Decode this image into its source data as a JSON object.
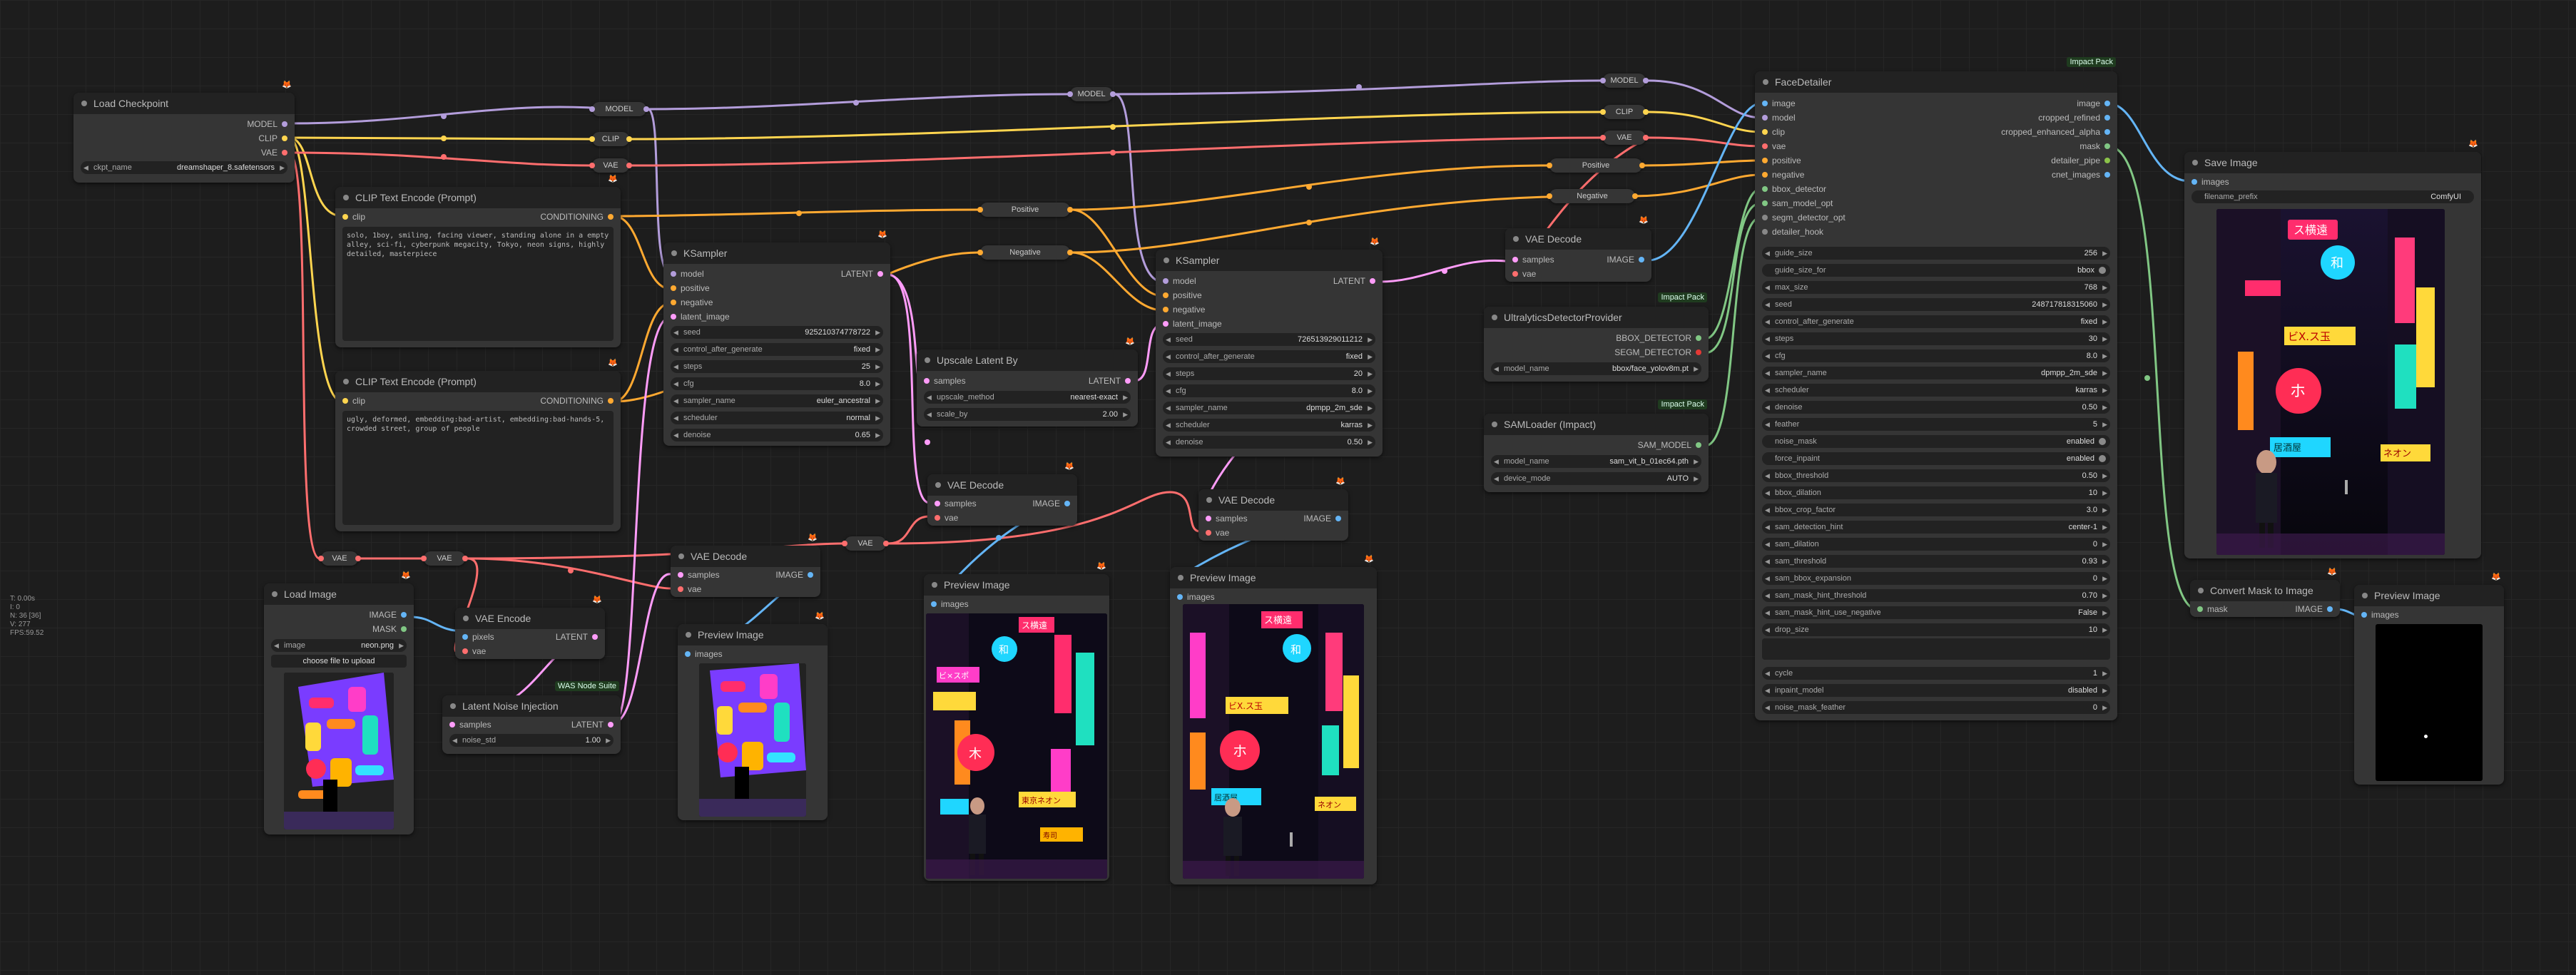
{
  "stats": {
    "time": "T: 0.00s",
    "line2": "I: 0",
    "nodes": "N: 36 [36]",
    "version": "V: 277",
    "fps": "FPS:59.52"
  },
  "colors": {
    "model": "#b39ddb",
    "clip": "#ffd54f",
    "vae": "#ff6e6e",
    "conditioning": "#ffa931",
    "latent": "#ff9cf9",
    "image": "#64b5f6",
    "mask": "#81c784"
  },
  "reroutes": {
    "model1": "MODEL",
    "model2": "MODEL",
    "model3": "MODEL",
    "clip1": "CLIP",
    "clip2": "CLIP",
    "vae1": "VAE",
    "vae2": "VAE",
    "vae3": "VAE",
    "vae4": "VAE",
    "vae5": "VAE",
    "positive1": "Positive",
    "negative1": "Negative",
    "positive2": "Positive",
    "negative2": "Negative"
  },
  "load_checkpoint": {
    "title": "Load Checkpoint",
    "outputs": [
      "MODEL",
      "CLIP",
      "VAE"
    ],
    "ckpt_label": "ckpt_name",
    "ckpt_value": "dreamshaper_8.safetensors"
  },
  "clip_pos": {
    "title": "CLIP Text Encode (Prompt)",
    "input": "clip",
    "output": "CONDITIONING",
    "text": "solo, 1boy, smiling, facing viewer, standing alone in a empty alley, sci-fi, cyberpunk megacity, Tokyo, neon signs, highly detailed, masterpiece"
  },
  "clip_neg": {
    "title": "CLIP Text Encode (Prompt)",
    "input": "clip",
    "output": "CONDITIONING",
    "text": "ugly, deformed, embedding:bad-artist, embedding:bad-hands-5, crowded street, group of people"
  },
  "ksampler1": {
    "title": "KSampler",
    "inputs": [
      "model",
      "positive",
      "negative",
      "latent_image"
    ],
    "output": "LATENT",
    "widgets": [
      [
        "seed",
        "925210374778722"
      ],
      [
        "control_after_generate",
        "fixed"
      ],
      [
        "steps",
        "25"
      ],
      [
        "cfg",
        "8.0"
      ],
      [
        "sampler_name",
        "euler_ancestral"
      ],
      [
        "scheduler",
        "normal"
      ],
      [
        "denoise",
        "0.65"
      ]
    ]
  },
  "ksampler2": {
    "title": "KSampler",
    "inputs": [
      "model",
      "positive",
      "negative",
      "latent_image"
    ],
    "output": "LATENT",
    "widgets": [
      [
        "seed",
        "726513929011212"
      ],
      [
        "control_after_generate",
        "fixed"
      ],
      [
        "steps",
        "20"
      ],
      [
        "cfg",
        "8.0"
      ],
      [
        "sampler_name",
        "dpmpp_2m_sde"
      ],
      [
        "scheduler",
        "karras"
      ],
      [
        "denoise",
        "0.50"
      ]
    ]
  },
  "upscale_latent": {
    "title": "Upscale Latent By",
    "input": "samples",
    "output": "LATENT",
    "widgets": [
      [
        "upscale_method",
        "nearest-exact"
      ],
      [
        "scale_by",
        "2.00"
      ]
    ]
  },
  "vae_decode_top": {
    "title": "VAE Decode",
    "inputs": [
      "samples",
      "vae"
    ],
    "output": "IMAGE"
  },
  "vae_decode_a": {
    "title": "VAE Decode",
    "inputs": [
      "samples",
      "vae"
    ],
    "output": "IMAGE"
  },
  "vae_decode_b": {
    "title": "VAE Decode",
    "inputs": [
      "samples",
      "vae"
    ],
    "output": "IMAGE"
  },
  "vae_decode_c": {
    "title": "VAE Decode",
    "inputs": [
      "samples",
      "vae"
    ],
    "output": "IMAGE"
  },
  "load_image": {
    "title": "Load Image",
    "outputs": [
      "IMAGE",
      "MASK"
    ],
    "image_label": "image",
    "image_value": "neon.png",
    "upload": "choose file to upload"
  },
  "vae_encode": {
    "title": "VAE Encode",
    "inputs": [
      "pixels",
      "vae"
    ],
    "output": "LATENT"
  },
  "latent_noise": {
    "title": "Latent Noise Injection",
    "pack": "WAS Node Suite",
    "input": "samples",
    "output": "LATENT",
    "widgets": [
      [
        "noise_std",
        "1.00"
      ]
    ]
  },
  "preview_small": {
    "title": "Preview Image",
    "input": "images"
  },
  "preview1": {
    "title": "Preview Image",
    "input": "images"
  },
  "preview2": {
    "title": "Preview Image",
    "input": "images"
  },
  "preview_mask": {
    "title": "Preview Image",
    "input": "images"
  },
  "ultralytics": {
    "title": "UltralyticsDetectorProvider",
    "pack": "Impact Pack",
    "outputs": [
      "BBOX_DETECTOR",
      "SEGM_DETECTOR"
    ],
    "widgets": [
      [
        "model_name",
        "bbox/face_yolov8m.pt"
      ]
    ]
  },
  "samloader": {
    "title": "SAMLoader (Impact)",
    "pack": "Impact Pack",
    "output": "SAM_MODEL",
    "widgets": [
      [
        "model_name",
        "sam_vit_b_01ec64.pth"
      ],
      [
        "device_mode",
        "AUTO"
      ]
    ]
  },
  "face_detailer": {
    "title": "FaceDetailer",
    "pack": "Impact Pack",
    "inputs": [
      "image",
      "model",
      "clip",
      "vae",
      "positive",
      "negative",
      "bbox_detector",
      "sam_model_opt",
      "segm_detector_opt",
      "detailer_hook"
    ],
    "outputs": [
      "image",
      "cropped_refined",
      "cropped_enhanced_alpha",
      "mask",
      "detailer_pipe",
      "cnet_images"
    ],
    "widgets": [
      [
        "guide_size",
        "256"
      ],
      [
        "guide_size_for",
        "bbox"
      ],
      [
        "max_size",
        "768"
      ],
      [
        "seed",
        "248717818315060"
      ],
      [
        "control_after_generate",
        "fixed"
      ],
      [
        "steps",
        "30"
      ],
      [
        "cfg",
        "8.0"
      ],
      [
        "sampler_name",
        "dpmpp_2m_sde"
      ],
      [
        "scheduler",
        "karras"
      ],
      [
        "denoise",
        "0.50"
      ],
      [
        "feather",
        "5"
      ],
      [
        "noise_mask",
        "enabled"
      ],
      [
        "force_inpaint",
        "enabled"
      ],
      [
        "bbox_threshold",
        "0.50"
      ],
      [
        "bbox_dilation",
        "10"
      ],
      [
        "bbox_crop_factor",
        "3.0"
      ],
      [
        "sam_detection_hint",
        "center-1"
      ],
      [
        "sam_dilation",
        "0"
      ],
      [
        "sam_threshold",
        "0.93"
      ],
      [
        "sam_bbox_expansion",
        "0"
      ],
      [
        "sam_mask_hint_threshold",
        "0.70"
      ],
      [
        "sam_mask_hint_use_negative",
        "False"
      ],
      [
        "drop_size",
        "10"
      ]
    ],
    "widgets2": [
      [
        "cycle",
        "1"
      ],
      [
        "inpaint_model",
        "disabled"
      ],
      [
        "noise_mask_feather",
        "0"
      ]
    ]
  },
  "save_image": {
    "title": "Save Image",
    "input": "images",
    "widgets": [
      [
        "filename_prefix",
        "ComfyUI"
      ]
    ]
  },
  "convert_mask": {
    "title": "Convert Mask to Image",
    "input": "mask",
    "output": "IMAGE"
  },
  "signs": {
    "preview1": [
      "ス横遠",
      "和",
      "ビ×スポ",
      "木",
      "東京ネオン",
      "寿司"
    ],
    "preview2": [
      "ス横遠",
      "和",
      "ビX.ス玉",
      "ホ",
      "居酒屋",
      "ネオン"
    ],
    "save": [
      "ス横遠",
      "和",
      "ビX.ス玉",
      "ホ",
      "居酒屋",
      "ネオン"
    ]
  }
}
